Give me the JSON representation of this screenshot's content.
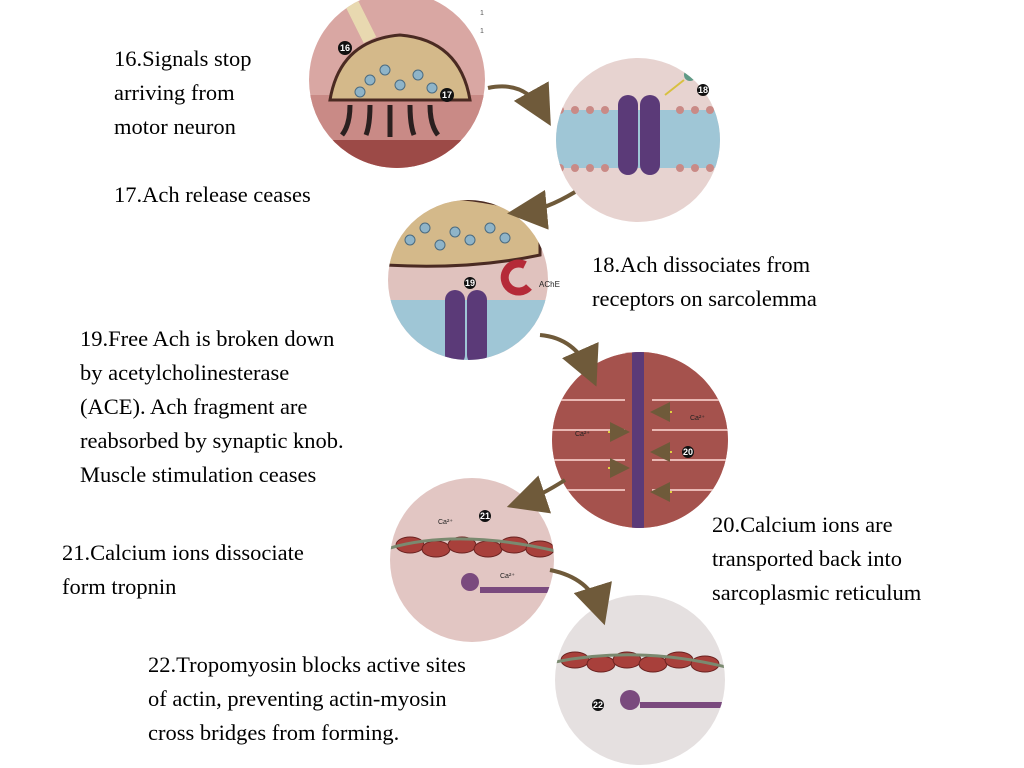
{
  "captions": {
    "c16": [
      "16.Signals stop",
      "arriving from",
      "motor neuron"
    ],
    "c17": [
      "17.Ach release ceases"
    ],
    "c18": [
      "18.Ach dissociates from",
      "receptors on sarcolemma"
    ],
    "c19": [
      "19.Free Ach is broken down",
      "by acetylcholinesterase",
      "(ACE). Ach fragment are",
      "reabsorbed by synaptic knob.",
      "Muscle stimulation ceases"
    ],
    "c20": [
      "20.Calcium ions are",
      "transported back into",
      "sarcoplasmic reticulum"
    ],
    "c21": [
      "21.Calcium ions dissociate",
      "form tropnin"
    ],
    "c22": [
      "22.Tropomyosin blocks active sites",
      "of actin, preventing actin-myosin",
      "cross bridges from forming."
    ]
  },
  "figure_labels": {
    "n16": "16",
    "n17": "17",
    "n18": "18",
    "n19": "19",
    "n20": "20",
    "n21": "21",
    "n22": "22",
    "ache": "AChE",
    "ca": "Ca²⁺",
    "corner_marks": [
      "1",
      "1"
    ]
  },
  "colors": {
    "membrane_pink": "#c98a86",
    "channel_purple": "#5b3a78",
    "muscle_red": "#9c4a47",
    "arrow_brown": "#6f5a3a"
  }
}
